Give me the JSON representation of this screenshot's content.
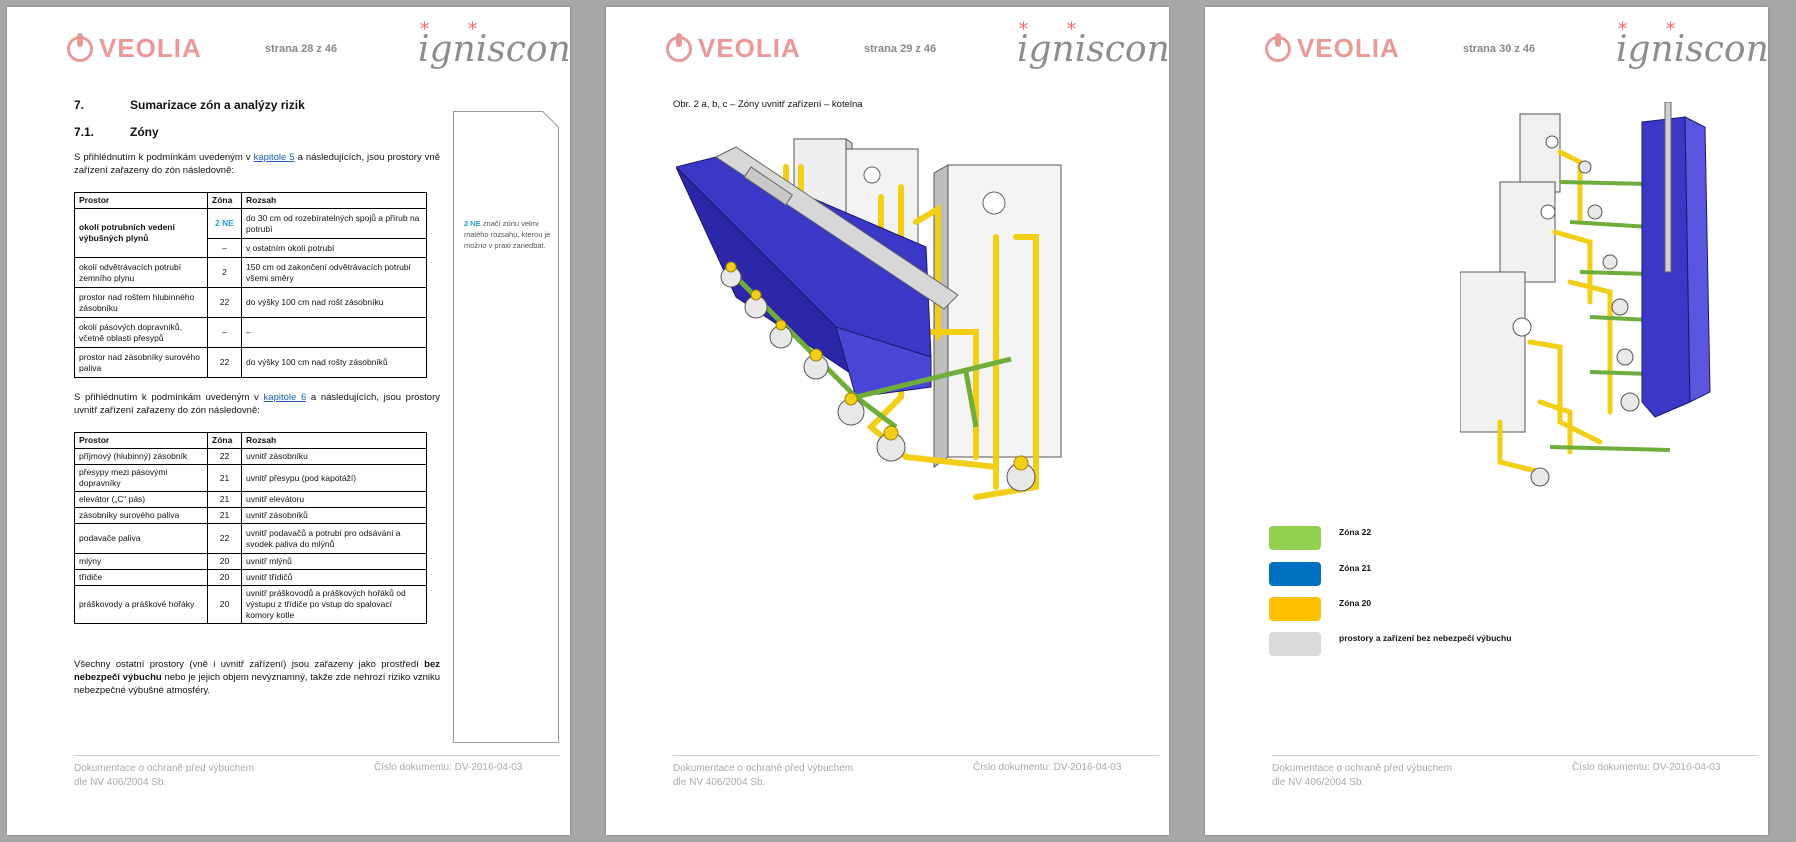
{
  "pages": [
    {
      "logo": "VEOLIA",
      "brand": "igniscon",
      "page_label": "strana 28 z 46"
    },
    {
      "logo": "VEOLIA",
      "brand": "igniscon",
      "page_label": "strana 29 z 46"
    },
    {
      "logo": "VEOLIA",
      "brand": "igniscon",
      "page_label": "strana 30 z 46"
    }
  ],
  "footer": {
    "line1": "Dokumentace o ochraně před výbuchem",
    "line2": "dle NV 406/2004 Sb.",
    "doc_number": "Číslo dokumentu: DV-2016-04-03"
  },
  "page1": {
    "heading": {
      "num": "7.",
      "text": "Sumarizace zón a analýzy rizik"
    },
    "subheading": {
      "num": "7.1.",
      "text": "Zóny"
    },
    "intro1": {
      "pre": "S přihlédnutím k podmínkám uvedeným v ",
      "link": "kapitole 5",
      "post": " a následujících, jsou prostory vně zařízení zařazeny do zón následovně:"
    },
    "table_headers": [
      "Prostor",
      "Zóna",
      "Rozsah"
    ],
    "table1": [
      {
        "prostor": "okolí potrubních vedení výbušných plynů",
        "zona": "2 NE",
        "rozsah": "do 30 cm od rozebíratelných spojů a přírub na potrubí"
      },
      {
        "zona": "–",
        "rozsah": "v ostatním okolí potrubí"
      },
      {
        "prostor": "okolí odvětrávacích potrubí zemního plynu",
        "zona": "2",
        "rozsah": "150 cm od zakončení odvětrávacích potrubí všemi směry"
      },
      {
        "prostor": "prostor nad roštem hlubinného zásobníku",
        "zona": "22",
        "rozsah": "do výšky 100 cm nad rošt zásobníku"
      },
      {
        "prostor": "okolí pásových dopravníků, včetně oblasti přesypů",
        "zona": "–",
        "rozsah": "–"
      },
      {
        "prostor": "prostor nad zásobníky surového paliva",
        "zona": "22",
        "rozsah": "do výšky 100 cm nad rošty zásobníků"
      }
    ],
    "intro2": {
      "pre": "S přihlédnutím k podmínkám uvedeným v ",
      "link": "kapitole 6",
      "post": " a následujících, jsou prostory uvnitř zařízení zařazeny do zón následovně:"
    },
    "table2": [
      {
        "prostor": "příjmový (hlubinný) zásobník",
        "zona": "22",
        "rozsah": "uvnitř zásobníku"
      },
      {
        "prostor": "přesypy mezi pásovými dopravníky",
        "zona": "21",
        "rozsah": "uvnitř přesypu (pod kapotáží)"
      },
      {
        "prostor": "elevátor („C“ pás)",
        "zona": "21",
        "rozsah": "uvnitř elevátoru"
      },
      {
        "prostor": "zásobníky surového paliva",
        "zona": "21",
        "rozsah": "uvnitř zásobníků"
      },
      {
        "prostor": "podavače paliva",
        "zona": "22",
        "rozsah": "uvnitř podavačů a potrubí pro odsávání a svodek paliva do mlýnů"
      },
      {
        "prostor": "mlýny",
        "zona": "20",
        "rozsah": "uvnitř mlýnů"
      },
      {
        "prostor": "třídiče",
        "zona": "20",
        "rozsah": "uvnitř třídičů"
      },
      {
        "prostor": "práškovody a práškové hořáky",
        "zona": "20",
        "rozsah": "uvnitř práškovodů a práškových hořáků od výstupu z třídiče po vstup do spalovací komory kotle"
      }
    ],
    "closing": {
      "pre": "Všechny ostatní prostory (vně i uvnitř zařízení) jsou zařazeny jako prostředí ",
      "bold": "bez nebezpečí výbuchu",
      "post": " nebo je jejich objem nevýznamný, takže zde nehrozí riziko vzniku nebezpečné výbušné atmosféry."
    },
    "sidenote": {
      "ne": "2 NE",
      "text": " značí zónu velmi malého rozsahu, kterou je možno v praxi zanedbat."
    }
  },
  "page2": {
    "caption": "Obr. 2 a, b, c – Zóny uvnitř zařízení – kotelna"
  },
  "page3": {
    "legend": [
      {
        "label": "Zóna 22",
        "color": "#92d050"
      },
      {
        "label": "Zóna 21",
        "color": "#0070c0"
      },
      {
        "label": "Zóna 20",
        "color": "#ffc000"
      },
      {
        "label": "prostory a zařízení bez nebezpečí výbuchu",
        "color": "#d9d9d9"
      }
    ]
  },
  "colors": {
    "veolia": "#e99a98",
    "link": "#1a5fb4",
    "ne": "#1f9fd6",
    "hopper": "#3b37c7",
    "pipe": "#f2d21a",
    "steel": "#6fae3a"
  }
}
